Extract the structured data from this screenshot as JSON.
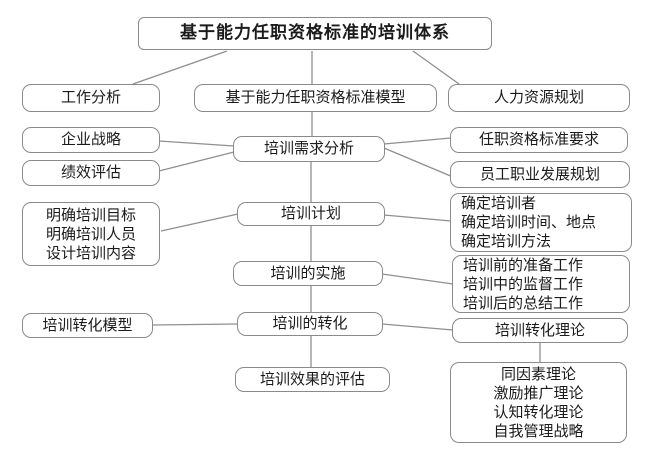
{
  "diagram": {
    "title": "基于能力任职资格标准的培训体系",
    "colors": {
      "box_border": "#8a8a8a",
      "connector_line": "#8f8f8f",
      "text": "#1b1b1b",
      "background": "#ffffff"
    },
    "nodes": {
      "work_analysis": {
        "label": "工作分析"
      },
      "model": {
        "label": "基于能力任职资格标准模型"
      },
      "hr_planning": {
        "label": "人力资源规划"
      },
      "corp_strategy": {
        "label": "企业战略"
      },
      "perf_eval": {
        "label": "绩效评估"
      },
      "needs_analysis": {
        "label": "培训需求分析"
      },
      "qualification_req": {
        "label": "任职资格标准要求"
      },
      "career_dev": {
        "label": "员工职业发展规划"
      },
      "plan_details": {
        "lines": [
          "明确培训目标",
          "明确培训人员",
          "设计培训内容"
        ]
      },
      "training_plan": {
        "label": "培训计划"
      },
      "plan_specs": {
        "lines": [
          "确定培训者",
          "确定培训时间、地点",
          "确定培训方法"
        ]
      },
      "implementation": {
        "label": "培训的实施"
      },
      "impl_details": {
        "lines": [
          "培训前的准备工作",
          "培训中的监督工作",
          "培训后的总结工作"
        ]
      },
      "transfer_model": {
        "label": "培训转化模型"
      },
      "transfer": {
        "label": "培训的转化"
      },
      "transfer_theory": {
        "label": "培训转化理论"
      },
      "evaluation": {
        "label": "培训效果的评估"
      },
      "theories": {
        "lines": [
          "同因素理论",
          "激励推广理论",
          "认知转化理论",
          "自我管理战略"
        ]
      }
    }
  }
}
